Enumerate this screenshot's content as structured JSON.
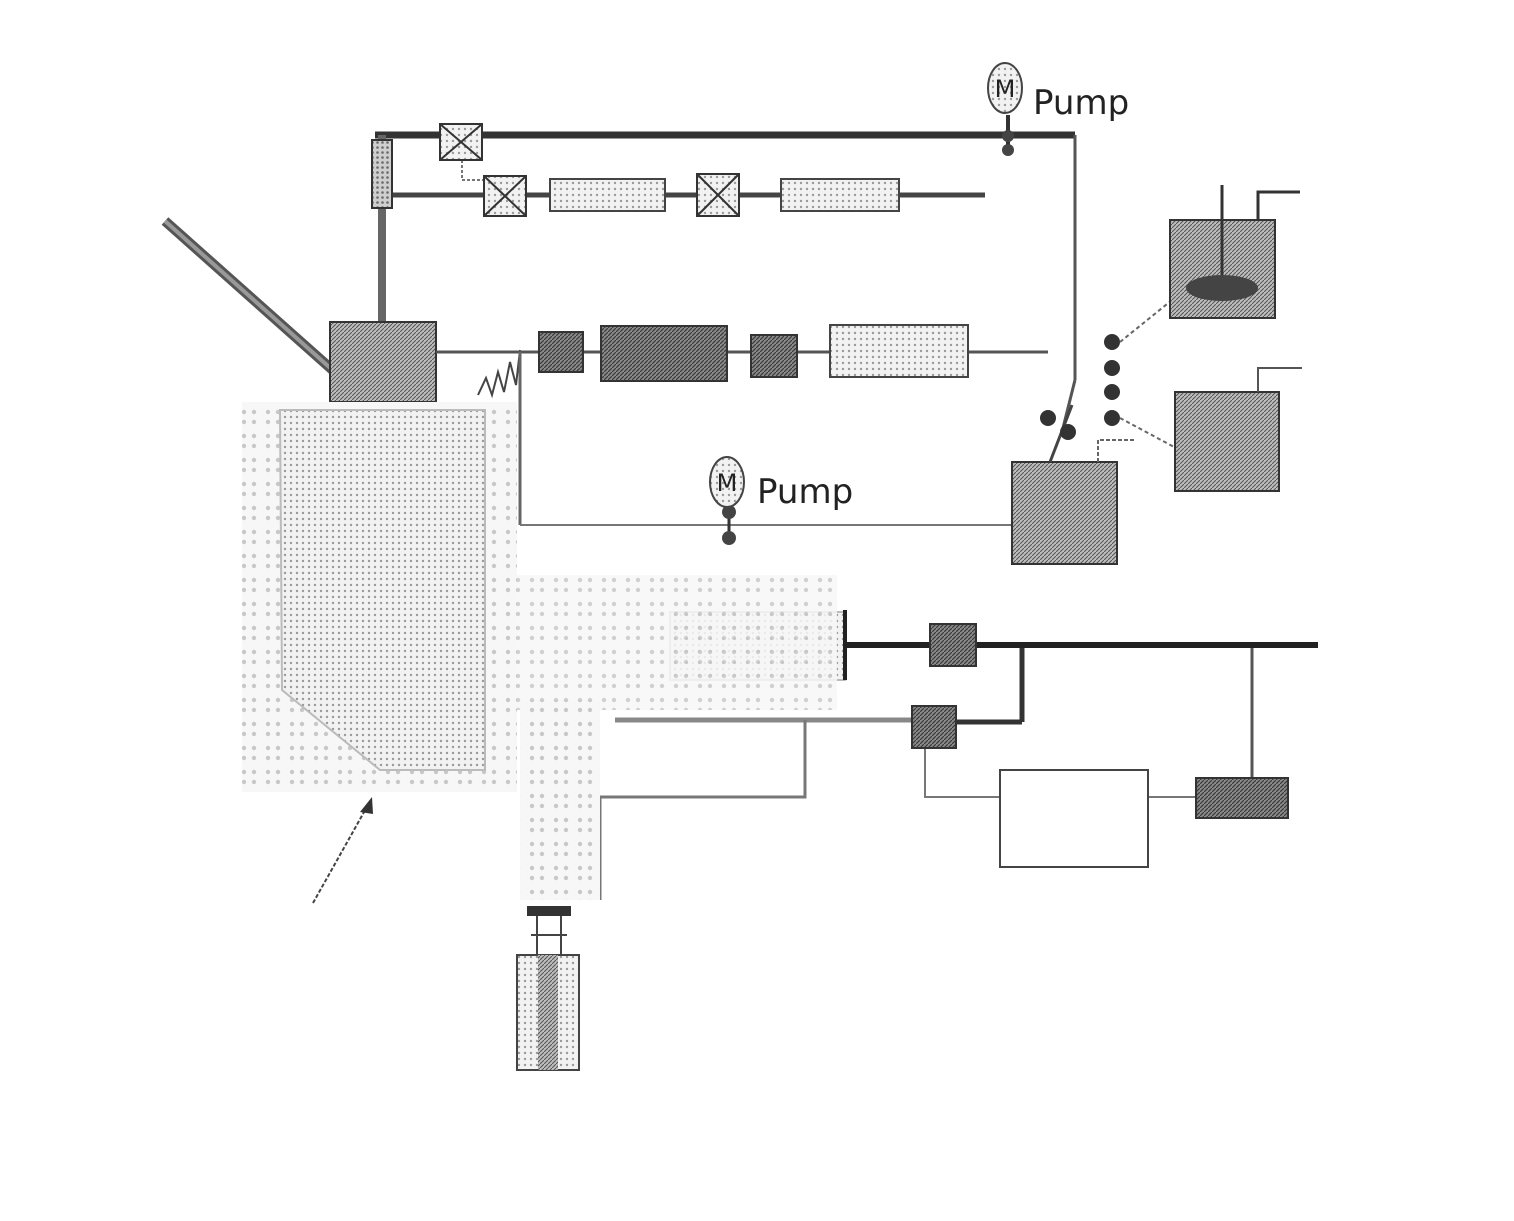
{
  "pumps": [
    {
      "id": "top",
      "label": "Pump",
      "motor_symbol": "M"
    },
    {
      "id": "middle",
      "label": "Pump",
      "motor_symbol": "M"
    }
  ],
  "palette": {
    "line": "#333333",
    "light_fill": "#dcdcdc",
    "mid_fill": "#a9a9a9",
    "dark_fill": "#6f6f6f",
    "vessel_fill": "#eeeeee",
    "valve_fill": "#e6e6e6"
  }
}
